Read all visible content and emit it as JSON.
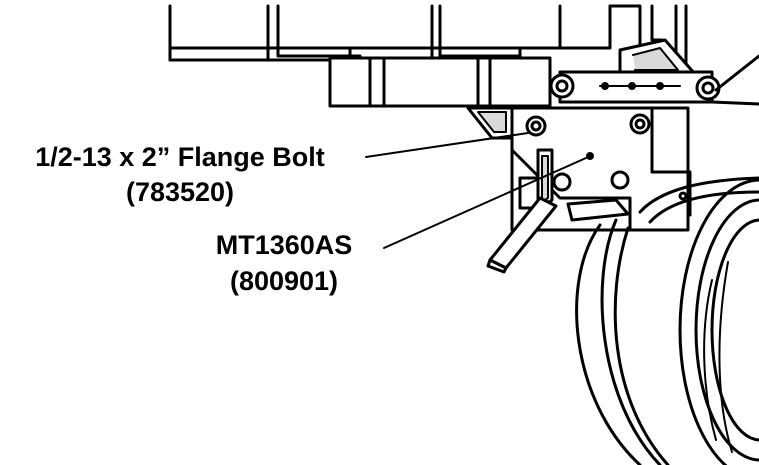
{
  "callouts": {
    "bolt": {
      "name": "1/2-13 x 2” Flange Bolt",
      "part_number": "(783520)"
    },
    "mount": {
      "name": "MT1360AS",
      "part_number": "(800901)"
    }
  },
  "colors": {
    "line": "#000000",
    "background": "#ffffff",
    "shade": "#d9d9d9"
  }
}
